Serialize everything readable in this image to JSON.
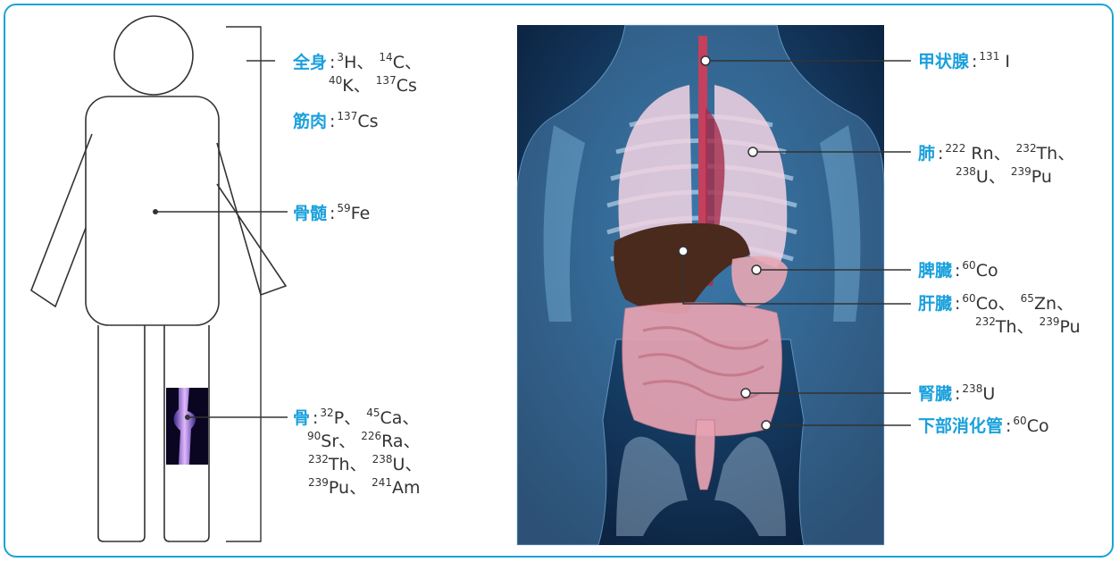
{
  "colors": {
    "frame": "#1ba3d6",
    "organ_label": "#1aa0dc",
    "text": "#333333"
  },
  "labels": {
    "whole_body": {
      "organ": "全身",
      "lines": [
        [
          [
            "3",
            "H、"
          ],
          [
            "14",
            "C、"
          ]
        ],
        [
          [
            "40",
            "K、"
          ],
          [
            "137",
            "Cs"
          ]
        ]
      ]
    },
    "muscle": {
      "organ": "筋肉",
      "lines": [
        [
          [
            "137",
            "Cs"
          ]
        ]
      ]
    },
    "bone_marrow": {
      "organ": "骨髄",
      "lines": [
        [
          [
            "59",
            "Fe"
          ]
        ]
      ]
    },
    "bone": {
      "organ": "骨",
      "lines": [
        [
          [
            "32",
            "P、"
          ],
          [
            "45",
            "Ca、"
          ]
        ],
        [
          [
            "90",
            "Sr、"
          ],
          [
            "226",
            "Ra、"
          ]
        ],
        [
          [
            "232",
            "Th、"
          ],
          [
            "238",
            "U、"
          ]
        ],
        [
          [
            "239",
            "Pu、"
          ],
          [
            "241",
            "Am"
          ]
        ]
      ]
    },
    "thyroid": {
      "organ": "甲状腺",
      "lines": [
        [
          [
            "131",
            " I"
          ]
        ]
      ]
    },
    "lung": {
      "organ": "肺",
      "lines": [
        [
          [
            "222",
            " Rn、"
          ],
          [
            "232",
            "Th、"
          ]
        ],
        [
          [
            "238",
            "U、"
          ],
          [
            "239",
            "Pu"
          ]
        ]
      ]
    },
    "spleen": {
      "organ": "脾臓",
      "lines": [
        [
          [
            "60",
            "Co"
          ]
        ]
      ]
    },
    "liver": {
      "organ": "肝臓",
      "lines": [
        [
          [
            "60",
            "Co、"
          ],
          [
            "65",
            "Zn、"
          ]
        ],
        [
          [
            "232",
            "Th、"
          ],
          [
            "239",
            "Pu"
          ]
        ]
      ]
    },
    "kidney": {
      "organ": "腎臓",
      "lines": [
        [
          [
            "238",
            "U"
          ]
        ]
      ]
    },
    "lower_gi": {
      "organ": "下部消化管",
      "lines": [
        [
          [
            "60",
            "Co"
          ]
        ]
      ]
    }
  }
}
